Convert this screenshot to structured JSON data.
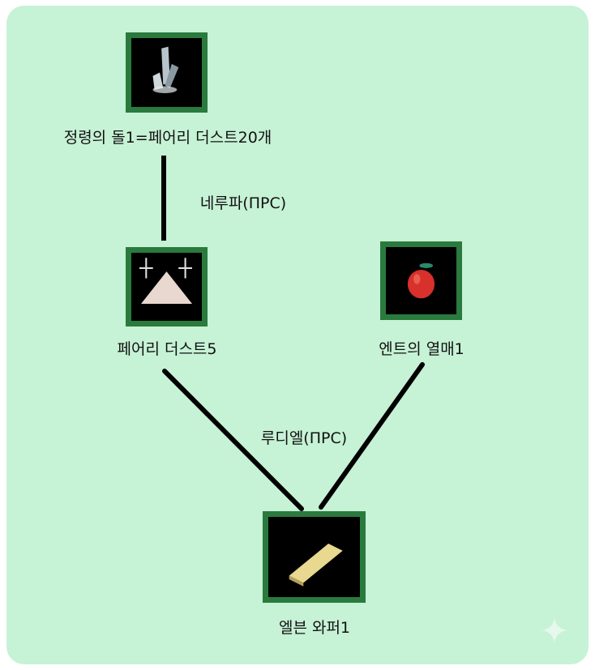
{
  "nodes": {
    "spirit_stone": {
      "label": "정령의 돌1=페어리 더스트20개",
      "icon": "crystal-icon"
    },
    "fairy_dust": {
      "label": "페어리 더스트5",
      "icon": "dust-pile-icon"
    },
    "ent_fruit": {
      "label": "엔트의 열매1",
      "icon": "apple-icon"
    },
    "elven_wafer": {
      "label": "엘븐 와퍼1",
      "icon": "wafer-icon"
    }
  },
  "edges": {
    "nerupa": {
      "label": "네루파(ΠPC)"
    },
    "rudiel": {
      "label": "루디엘(ΠPC)"
    }
  },
  "colors": {
    "background": "#c6f2d6",
    "frame": "#2a7a3e",
    "line": "#000000"
  }
}
